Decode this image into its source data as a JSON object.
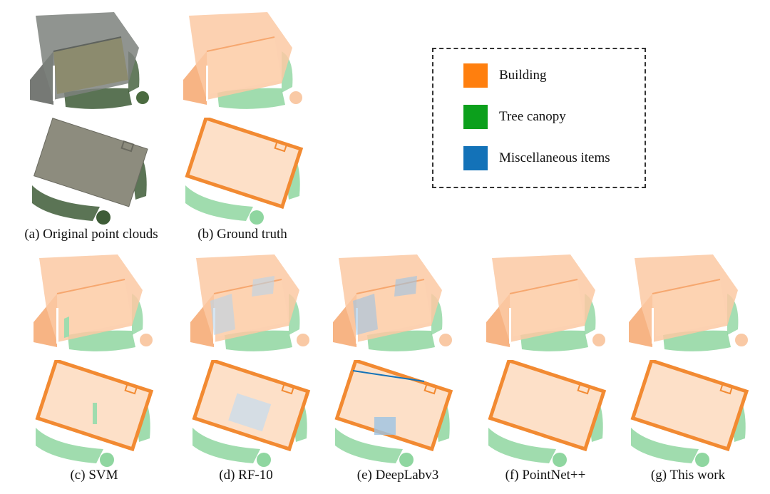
{
  "legend": {
    "items": [
      {
        "label": "Building",
        "color": "#ff7f0e"
      },
      {
        "label": "Tree canopy",
        "color": "#0ca01c"
      },
      {
        "label": "Miscellaneous items",
        "color": "#1372b8"
      }
    ]
  },
  "panels": [
    {
      "id": "a",
      "caption": "(a) Original point clouds",
      "style": "original"
    },
    {
      "id": "b",
      "caption": "(b) Ground truth",
      "style": "truth"
    },
    {
      "id": "c",
      "caption": "(c) SVM",
      "style": "svm"
    },
    {
      "id": "d",
      "caption": "(d) RF-10",
      "style": "rf"
    },
    {
      "id": "e",
      "caption": "(e) DeepLabv3",
      "style": "deeplab"
    },
    {
      "id": "f",
      "caption": "(f) PointNet++",
      "style": "pointnet"
    },
    {
      "id": "g",
      "caption": "(g) This work",
      "style": "ours"
    }
  ]
}
